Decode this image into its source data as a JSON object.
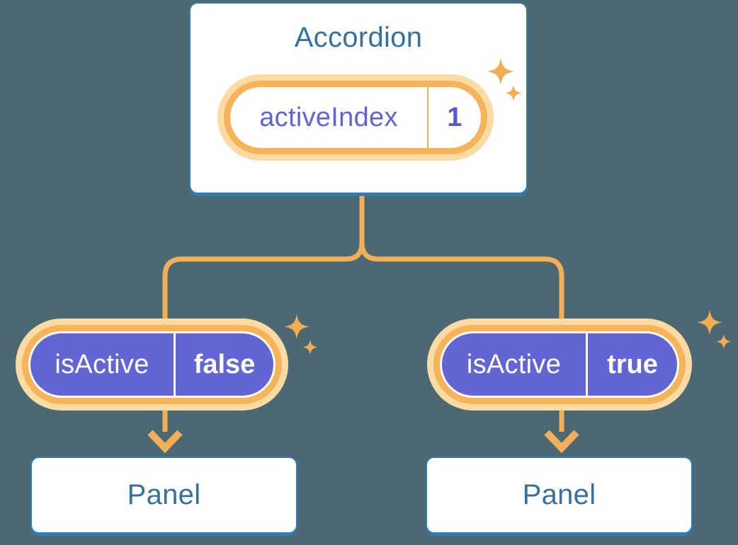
{
  "colors": {
    "background": "#4C6872",
    "card_fill": "#FFFFFF",
    "card_border": "#2F7CB5",
    "heading_text": "#35719C",
    "connector_orange": "#F3AE58",
    "pill_ring_orange": "#F6B357",
    "pill_glow_orange": "#FBDBA4",
    "pill_purple": "#6365D2",
    "state_text_purple": "#6064D4",
    "sparkle_orange": "#F2AC52"
  },
  "diagram": {
    "root": {
      "title": "Accordion",
      "state": {
        "label": "activeIndex",
        "value": "1"
      }
    },
    "children": [
      {
        "prop": {
          "label": "isActive",
          "value": "false"
        },
        "panel": {
          "title": "Panel"
        }
      },
      {
        "prop": {
          "label": "isActive",
          "value": "true"
        },
        "panel": {
          "title": "Panel"
        }
      }
    ]
  }
}
